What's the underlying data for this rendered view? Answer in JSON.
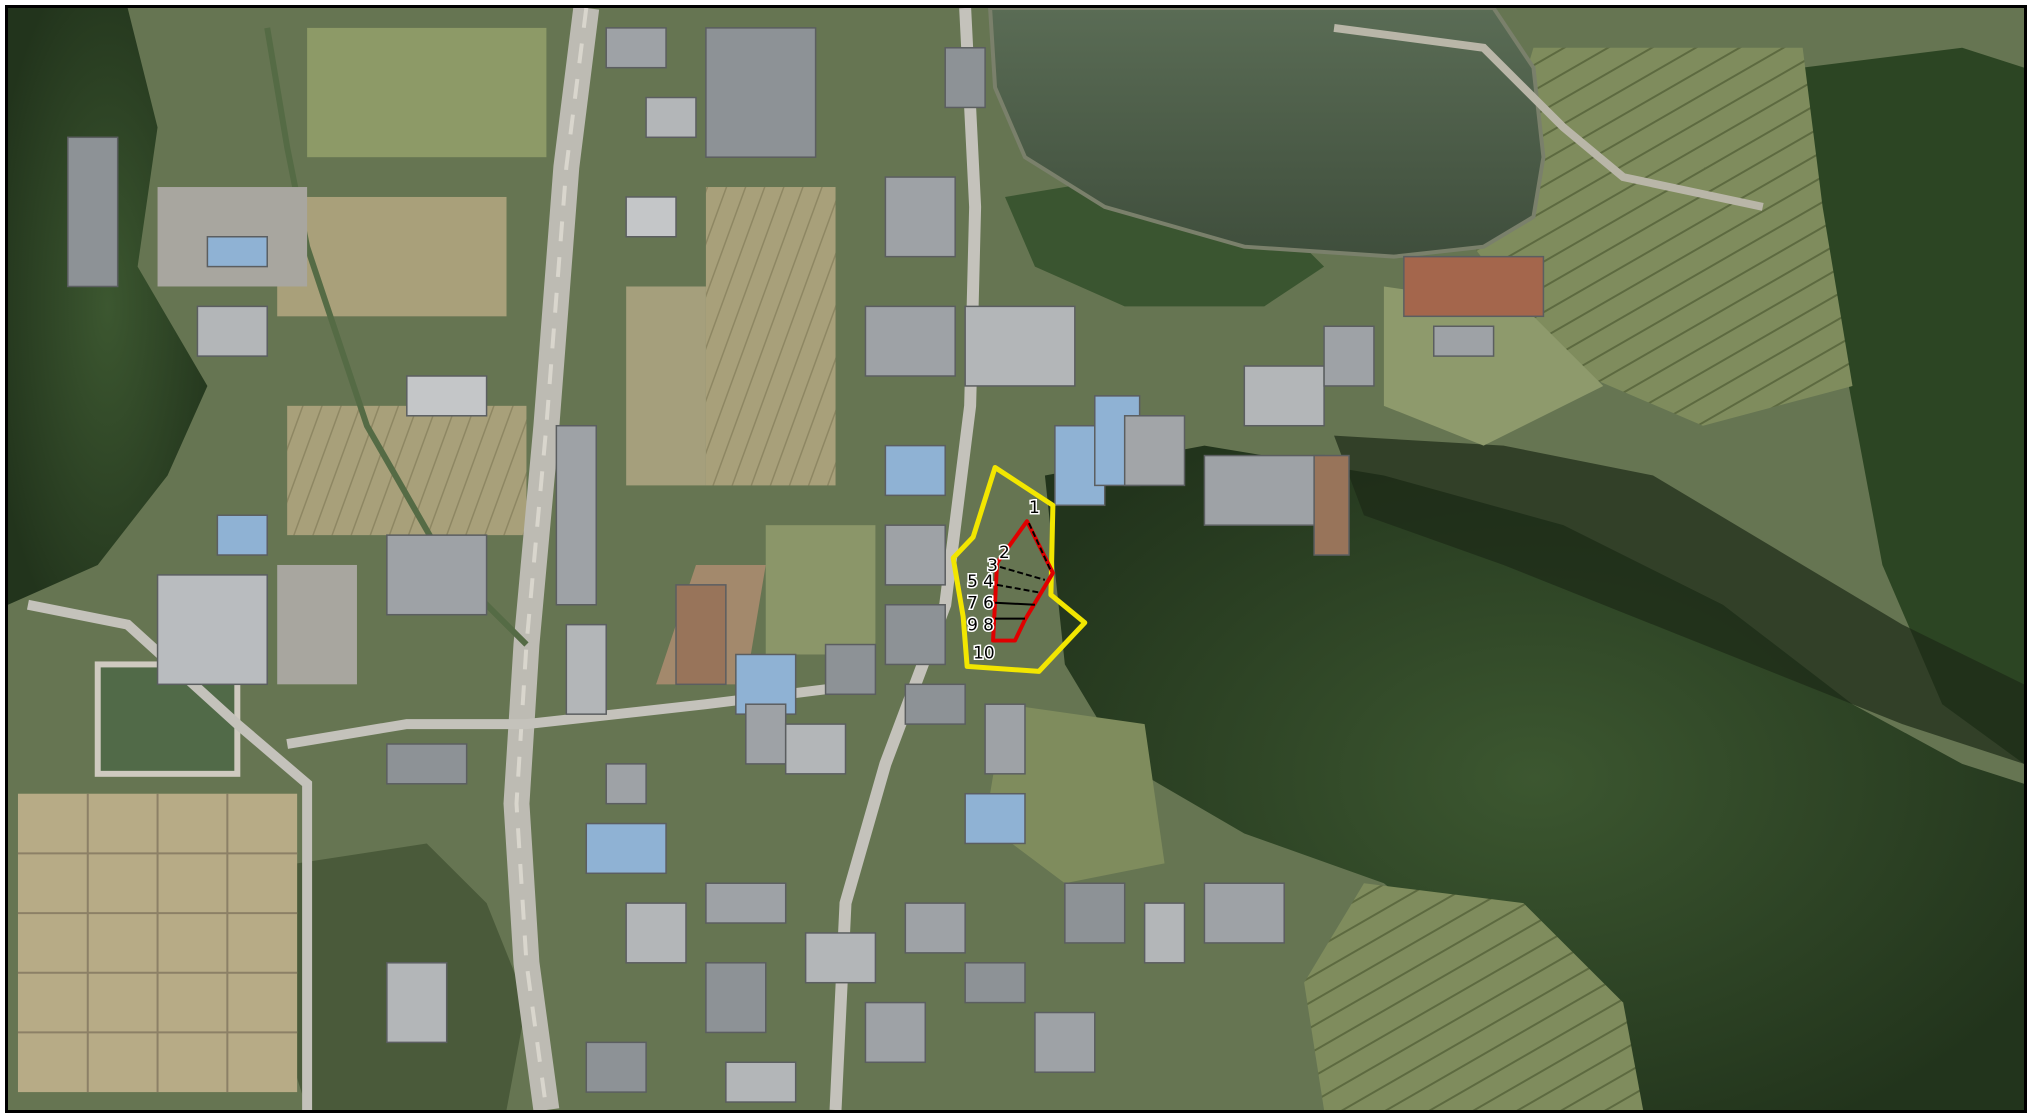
{
  "map": {
    "type": "aerial-photograph",
    "colors": {
      "boundary_outer": "#f2e600",
      "boundary_inner": "#e00000",
      "section_lines": "#000000",
      "forest": "#2f4626",
      "fields": "#a49a6d",
      "pond": "#4d5e49",
      "road": "#b8b6ad",
      "roofs_gray": "#9ea2a6",
      "roofs_blue": "#8fb2d4",
      "roofs_brown": "#98745a"
    },
    "overlay": {
      "outer_boundary": "yellow-polygon",
      "inner_boundary": "red-polygon",
      "point_labels": [
        "1",
        "2",
        "3",
        "5",
        "4",
        "7",
        "6",
        "9",
        "8",
        "10"
      ]
    }
  }
}
